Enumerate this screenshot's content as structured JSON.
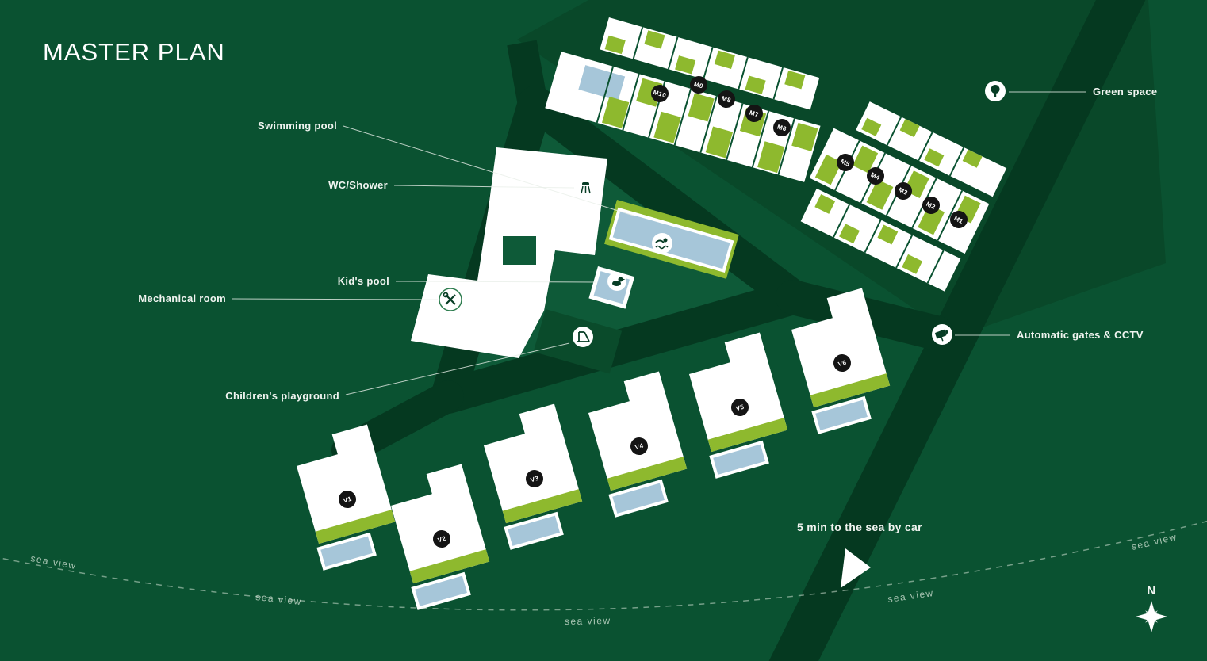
{
  "page": {
    "title": "MASTER PLAN"
  },
  "labels": {
    "swimming_pool": "Swimming pool",
    "wc_shower": "WC/Shower",
    "kids_pool": "Kid's pool",
    "mechanical_room": "Mechanical room",
    "childrens_playground": "Children's playground",
    "green_space": "Green space",
    "automatic_gates_cctv": "Automatic gates & CCTV"
  },
  "annotations": {
    "sea_time": "5 min to the sea by car",
    "sea_view": "sea view",
    "north_letter": "N"
  },
  "buildings": {
    "m_badges": [
      "M10",
      "M9",
      "M8",
      "M7",
      "M6",
      "M5",
      "M4",
      "M3",
      "M2",
      "M1"
    ],
    "v_badges": [
      "V1",
      "V2",
      "V3",
      "V4",
      "V5",
      "V6"
    ]
  },
  "icons": {
    "wc_shower": "shower-icon",
    "swimming_pool": "swimmer-icon",
    "kids_pool": "duck-icon",
    "mechanical_room": "wrench-tools-icon",
    "childrens_playground": "slide-icon",
    "green_space": "tree-icon",
    "automatic_gates_cctv": "cctv-camera-icon",
    "direction": "arrow-down-left-icon",
    "compass": "compass-rose-icon"
  },
  "colors": {
    "background": "#0a5231",
    "road": "#053920",
    "green_space_area": "#094829",
    "inner_yard": "#0e5a38",
    "building_white": "#ffffff",
    "accent_lime": "#8eb92e",
    "pool_blue": "#a6c6d9",
    "badge_black": "#141414",
    "text_light": "#f0f4f0"
  }
}
